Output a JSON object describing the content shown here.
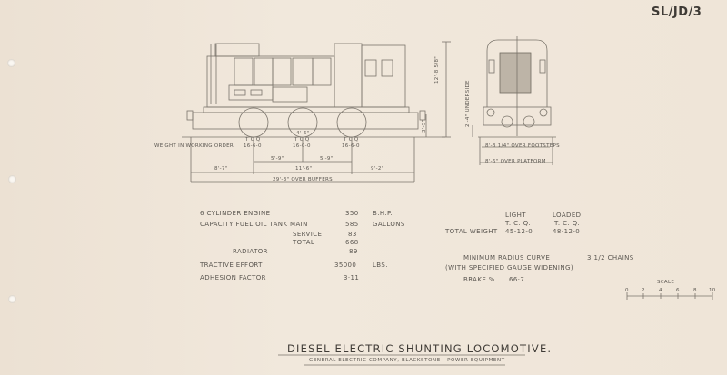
{
  "drawing": {
    "reference": "SL/JD/3",
    "title": "DIESEL ELECTRIC SHUNTING LOCOMOTIVE.",
    "subtitle": "GENERAL ELECTRIC COMPANY, BLACKSTONE - POWER EQUIPMENT"
  },
  "side_elevation": {
    "weight_label": "WEIGHT IN WORKING ORDER",
    "axles": [
      {
        "units": "T C Q",
        "weight": "16-6-0"
      },
      {
        "units": "T C Q",
        "weight": "16-0-0"
      },
      {
        "units": "T C Q",
        "weight": "16-6-0"
      }
    ],
    "wheel_diameter": "4'-6\"",
    "wheelbase_1": "5'-9\"",
    "wheelbase_2": "5'-9\"",
    "overhang_left": "8'-7\"",
    "total_wheelbase": "11'-6\"",
    "overhang_right": "9'-2\"",
    "length_over_buffers": "29'-3\" OVER BUFFERS",
    "height": "12'-8 5/8\"",
    "buffer_height": "3'-5\""
  },
  "end_elevation": {
    "underside": "2'-4\" UNDERSIDE",
    "over_footsteps": "8'-3 1/4\" OVER FOOTSTEPS",
    "over_platform": "8'-6\" OVER PLATFORM"
  },
  "specs": {
    "engine": {
      "label": "6 CYLINDER ENGINE",
      "value": "350",
      "unit": "B.H.P."
    },
    "fuel_main": {
      "label": "CAPACITY FUEL OIL TANK MAIN",
      "value": "585",
      "unit": "GALLONS"
    },
    "fuel_service": {
      "label": "SERVICE",
      "value": "83"
    },
    "fuel_total": {
      "label": "TOTAL",
      "value": "668"
    },
    "radiator": {
      "label": "RADIATOR",
      "value": "89"
    },
    "tractive_effort": {
      "label": "TRACTIVE EFFORT",
      "value": "35000",
      "unit": "LBS."
    },
    "adhesion_factor": {
      "label": "ADHESION FACTOR",
      "value": "3·11"
    }
  },
  "weights": {
    "light_label": "LIGHT",
    "loaded_label": "LOADED",
    "units": "T. C. Q.",
    "total_label": "TOTAL WEIGHT",
    "light_value": "45-12-0",
    "loaded_value": "48-12-0"
  },
  "curve": {
    "label": "MINIMUM RADIUS CURVE",
    "value": "3 1/2 CHAINS",
    "note": "(WITH SPECIFIED GAUGE WIDENING)"
  },
  "brake": {
    "label": "BRAKE %",
    "value": "66·7"
  },
  "scale": {
    "label": "SCALE",
    "ticks": [
      "0",
      "2",
      "4",
      "6",
      "8",
      "10"
    ]
  }
}
